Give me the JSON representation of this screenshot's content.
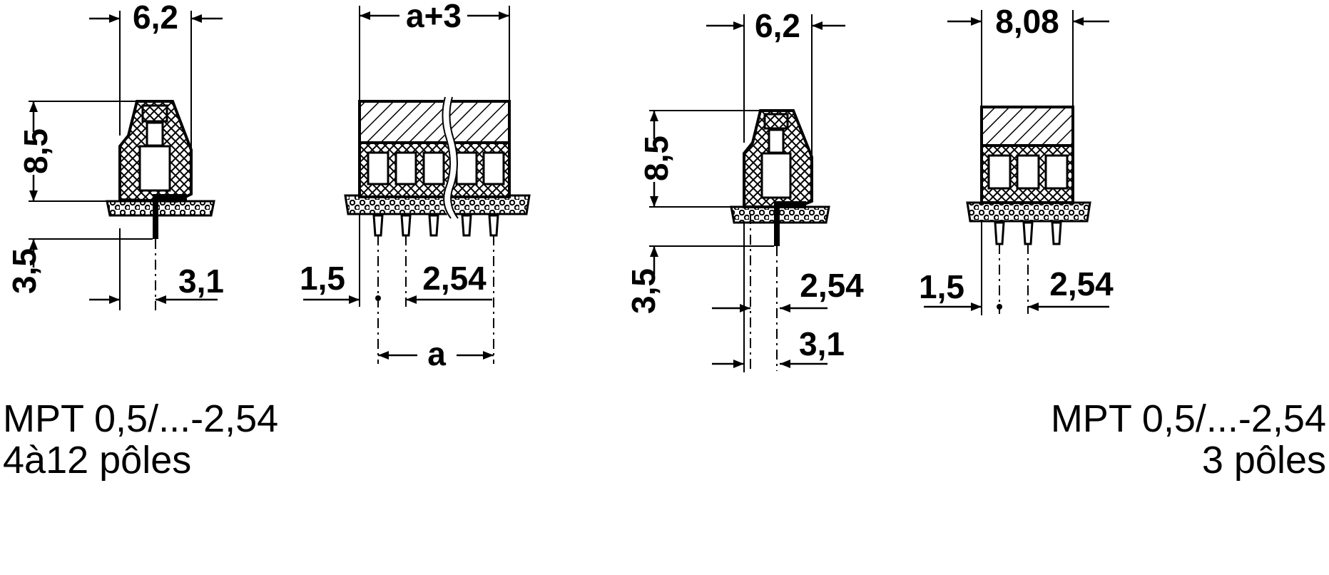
{
  "left_view": {
    "dimensions": {
      "width_side": "6,2",
      "height": "8,5",
      "pin_length": "3,5",
      "pin_offset": "3,1",
      "overall_width": "a+3",
      "edge_to_pin": "1,5",
      "pitch": "2,54",
      "span": "a"
    },
    "caption": {
      "model": "MPT 0,5/...-2,54",
      "poles": "4à12 pôles"
    }
  },
  "right_view": {
    "dimensions": {
      "width_side": "6,2",
      "height": "8,5",
      "pin_length": "3,5",
      "pitch_side": "2,54",
      "pin_offset": "3,1",
      "overall_width": "8,08",
      "edge_to_pin": "1,5",
      "pitch": "2,54"
    },
    "caption": {
      "model": "MPT 0,5/...-2,54",
      "poles": "3 pôles"
    }
  }
}
